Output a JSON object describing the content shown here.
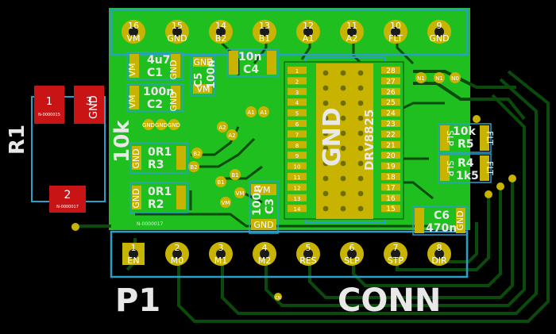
{
  "board": {
    "colors": {
      "background": "#000000",
      "copper": "#1fbf1f",
      "trace": "#0a4a0a",
      "pad": "#c8b400",
      "pad_red": "#c81414",
      "outline": "#2aa0c8",
      "silk": "#e8e8e8"
    }
  },
  "top_header": {
    "pins": [
      {
        "num": "16",
        "name": "VM"
      },
      {
        "num": "15",
        "name": "GND"
      },
      {
        "num": "14",
        "name": "B2"
      },
      {
        "num": "13",
        "name": "B1"
      },
      {
        "num": "12",
        "name": "A1"
      },
      {
        "num": "11",
        "name": "A2"
      },
      {
        "num": "10",
        "name": "FLT"
      },
      {
        "num": "9",
        "name": "GND"
      }
    ]
  },
  "bottom_header": {
    "ref": "P1",
    "value": "CONN",
    "pins": [
      {
        "num": "1",
        "name": "EN"
      },
      {
        "num": "2",
        "name": "M0"
      },
      {
        "num": "3",
        "name": "M1"
      },
      {
        "num": "4",
        "name": "M2"
      },
      {
        "num": "5",
        "name": "RES"
      },
      {
        "num": "6",
        "name": "SLP"
      },
      {
        "num": "7",
        "name": "STP"
      },
      {
        "num": "8",
        "name": "DIR"
      }
    ]
  },
  "r1": {
    "ref": "R1",
    "value": "10k",
    "pad1": "1",
    "pad2": "2",
    "pad3": "3",
    "pad3_name": "GND",
    "net_top": "N-0000015",
    "net_bottom": "N-0000017"
  },
  "components": {
    "c1": {
      "ref": "C1",
      "value": "4u7",
      "pin_a": "VM",
      "pin_b": "GND"
    },
    "c2": {
      "ref": "C2",
      "value": "100n",
      "pin_a": "VM",
      "pin_b": "GND"
    },
    "c5": {
      "ref": "C5",
      "value": "100n",
      "pin_a": "GND",
      "pin_b": "VM"
    },
    "c4": {
      "ref": "C4",
      "value": "10n"
    },
    "r3": {
      "ref": "R3",
      "value": "0R1",
      "pin": "GND"
    },
    "r2": {
      "ref": "R2",
      "value": "0R1",
      "pin": "GND"
    },
    "c3": {
      "ref": "C3",
      "value": "100n",
      "pin_a": "VM",
      "pin_b": "GND"
    },
    "r5": {
      "ref": "R5",
      "value": "10k",
      "pin_a": "SLP",
      "pin_b": "FLT"
    },
    "r4": {
      "ref": "R4",
      "value": "1k5",
      "pin_a": "SLP",
      "pin_b": "FLT"
    },
    "c6": {
      "ref": "C6",
      "value": "470n",
      "pin": "GND"
    },
    "u1": {
      "ref": "DRV8825",
      "pin": "GND"
    }
  },
  "ic_pins_left": [
    "1",
    "2",
    "3",
    "4",
    "5",
    "6",
    "7",
    "8",
    "9",
    "10",
    "11",
    "12",
    "13",
    "14"
  ],
  "ic_pins_right": [
    "28",
    "27",
    "26",
    "25",
    "24",
    "23",
    "22",
    "21",
    "20",
    "19",
    "18",
    "17",
    "16",
    "15"
  ],
  "labels": {
    "gnd": "GND",
    "vm": "VM",
    "a1": "A1",
    "a2": "A2",
    "b1": "B1",
    "b2": "B2",
    "n1": "N1",
    "n0": "N0",
    "cn": "CN",
    "net17": "N-0000017"
  }
}
